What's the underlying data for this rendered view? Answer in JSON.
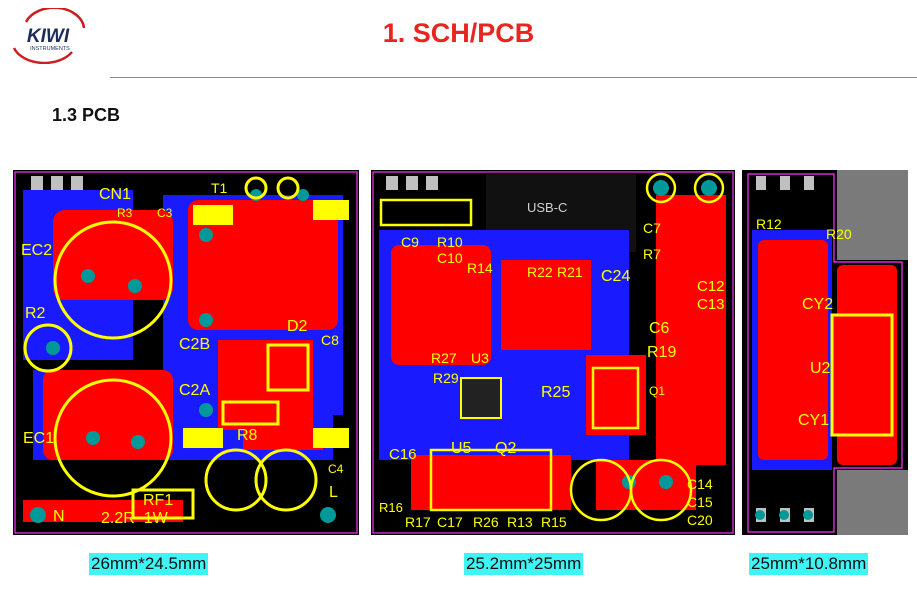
{
  "header": {
    "logo_text": "KIWI",
    "logo_subtext": "INSTRUMENTS",
    "title": "1. SCH/PCB"
  },
  "section": {
    "title": "1.3 PCB"
  },
  "boards": [
    {
      "dimensions": "26mm*24.5mm",
      "labels": [
        "CN1",
        "R3",
        "C3",
        "T1",
        "EC2",
        "EC1",
        "R2",
        "C2B",
        "C2A",
        "D2",
        "R8",
        "C8",
        "C4",
        "RF1",
        "2.2R  1W",
        "N",
        "L"
      ]
    },
    {
      "dimensions": "25.2mm*25mm",
      "labels": [
        "USB-C",
        "C9",
        "R10",
        "C10",
        "R14",
        "R22",
        "R21",
        "C24",
        "C7",
        "R7",
        "C12",
        "C13",
        "C6",
        "R19",
        "R27",
        "U3",
        "R29",
        "R25",
        "Q1",
        "C16",
        "U5",
        "Q2",
        "C14",
        "C15",
        "C20",
        "R16",
        "R17",
        "C17",
        "R26",
        "R13",
        "R15"
      ]
    },
    {
      "dimensions": "25mm*10.8mm",
      "labels": [
        "R12",
        "R20",
        "CY2",
        "U2",
        "CY1"
      ]
    }
  ],
  "colors": {
    "title": "#e8251f",
    "board_bg": "#000000",
    "copper_top": "#ff0000",
    "copper_bottom": "#1a1aff",
    "silkscreen": "#ffff00",
    "pad": "#c0c0c0",
    "caption_highlight": "#3ff4f4"
  }
}
